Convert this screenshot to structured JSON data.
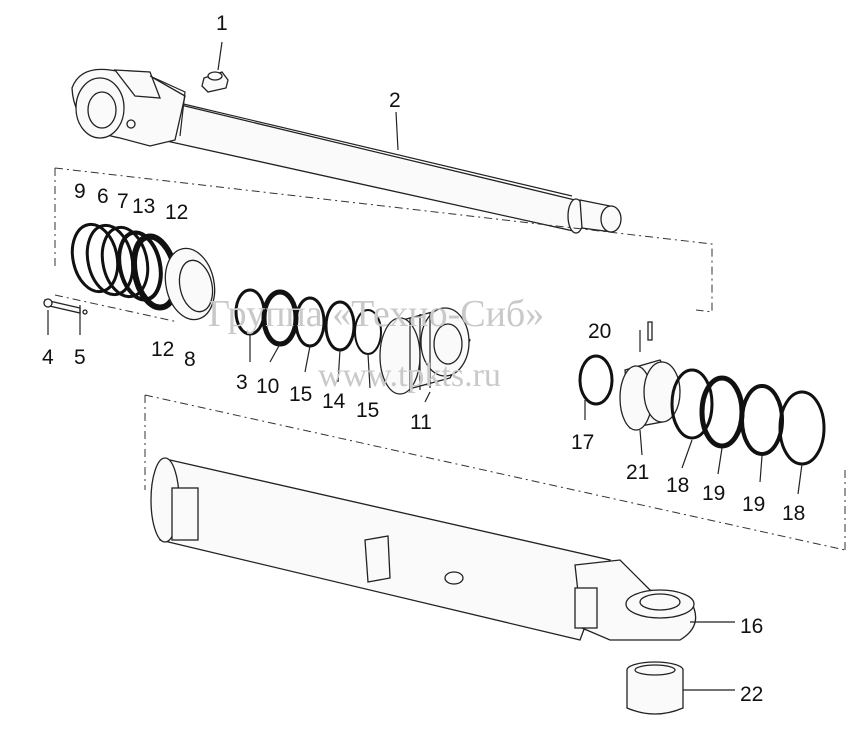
{
  "watermark": {
    "line1": "Группа «Техно-Сиб»",
    "line2": "www.tpkts.ru"
  },
  "callouts": [
    {
      "id": "c1",
      "text": "1"
    },
    {
      "id": "c2",
      "text": "2"
    },
    {
      "id": "c9",
      "text": "9"
    },
    {
      "id": "c6",
      "text": "6"
    },
    {
      "id": "c7",
      "text": "7"
    },
    {
      "id": "c13",
      "text": "13"
    },
    {
      "id": "c12a",
      "text": "12"
    },
    {
      "id": "c4",
      "text": "4"
    },
    {
      "id": "c5",
      "text": "5"
    },
    {
      "id": "c12b",
      "text": "12"
    },
    {
      "id": "c8",
      "text": "8"
    },
    {
      "id": "c3",
      "text": "3"
    },
    {
      "id": "c10",
      "text": "10"
    },
    {
      "id": "c15a",
      "text": "15"
    },
    {
      "id": "c14",
      "text": "14"
    },
    {
      "id": "c15b",
      "text": "15"
    },
    {
      "id": "c11",
      "text": "11"
    },
    {
      "id": "c20",
      "text": "20"
    },
    {
      "id": "c17",
      "text": "17"
    },
    {
      "id": "c21",
      "text": "21"
    },
    {
      "id": "c18a",
      "text": "18"
    },
    {
      "id": "c19a",
      "text": "19"
    },
    {
      "id": "c19b",
      "text": "19"
    },
    {
      "id": "c18b",
      "text": "18"
    },
    {
      "id": "c16",
      "text": "16"
    },
    {
      "id": "c22",
      "text": "22"
    }
  ]
}
